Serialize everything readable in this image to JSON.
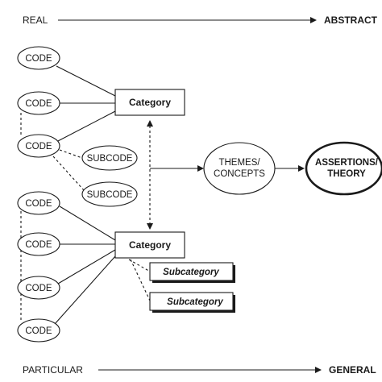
{
  "axes": {
    "top_left": "REAL",
    "top_right": "ABSTRACT",
    "bottom_left": "PARTICULAR",
    "bottom_right": "GENERAL"
  },
  "codes": [
    "CODE",
    "CODE",
    "CODE",
    "CODE",
    "CODE",
    "CODE",
    "CODE"
  ],
  "subcodes": [
    "SUBCODE",
    "SUBCODE"
  ],
  "categories": [
    "Category",
    "Category"
  ],
  "subcategories": [
    "Subcategory",
    "Subcategory"
  ],
  "themes": [
    "THEMES/",
    "CONCEPTS"
  ],
  "assertions": [
    "ASSERTIONS/",
    "THEORY"
  ]
}
